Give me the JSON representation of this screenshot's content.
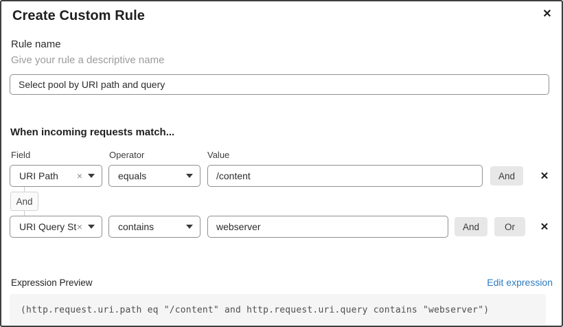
{
  "modal": {
    "title": "Create Custom Rule"
  },
  "icons": {
    "close_glyph": "✕",
    "clear_glyph": "×",
    "delete_glyph": "✕"
  },
  "rule_name": {
    "label": "Rule name",
    "helper": "Give your rule a descriptive name",
    "value": "Select pool by URI path and query"
  },
  "matcher": {
    "heading": "When incoming requests match...",
    "columns": {
      "field": "Field",
      "operator": "Operator",
      "value": "Value"
    },
    "connector": "And",
    "rows": [
      {
        "field": "URI Path",
        "operator": "equals",
        "value": "/content",
        "and_label": "And"
      },
      {
        "field": "URI Query St...",
        "operator": "contains",
        "value": "webserver",
        "and_label": "And",
        "or_label": "Or"
      }
    ]
  },
  "expression": {
    "label": "Expression Preview",
    "edit_link": "Edit expression",
    "code": "(http.request.uri.path eq \"/content\" and http.request.uri.query contains \"webserver\")"
  },
  "colors": {
    "link_blue": "#2c7bbf",
    "input_border": "#8f8f8f",
    "button_gray": "#e7e7e7",
    "code_background": "#f5f5f5",
    "modal_border": "#3f3f3f"
  }
}
